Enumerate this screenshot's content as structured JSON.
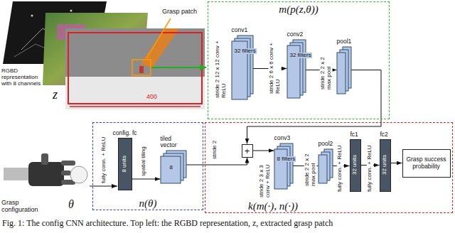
{
  "diagram": {
    "caption": "Fig. 1: The config CNN architecture. Top left: the RGBD representation, z, extracted grasp patch",
    "nodes": [
      {
        "text": [
          "m(p(z,θ))"
        ]
      },
      {
        "text": [
          "32 filters",
          "conv1"
        ],
        "in": 0
      },
      {
        "text": [
          "32 filters",
          "conv2"
        ],
        "in": 0
      },
      {
        "text": [
          "pool1"
        ],
        "in": 0
      },
      {
        "text": [
          "n(θ)"
        ]
      },
      {
        "text": [
          "config. fc",
          "8 units"
        ],
        "in": 4
      },
      {
        "text": [
          "tiled vector",
          "8"
        ],
        "in": 4
      },
      {
        "text": [
          "k(m(·), n(·))"
        ]
      },
      {
        "text": [
          "+"
        ],
        "in": 7
      },
      {
        "text": [
          "8 filters",
          "conv3"
        ],
        "in": 7
      },
      {
        "text": [
          "pool2"
        ],
        "in": 7
      },
      {
        "text": [
          "fc1",
          "32 units"
        ],
        "in": 7
      },
      {
        "text": [
          "fc2",
          "32 units"
        ],
        "in": 7
      },
      {
        "text": [
          "Grasp success probability"
        ],
        "in": 7
      }
    ],
    "edges": [
      {
        "from": 1,
        "to": 2,
        "arrow": "to"
      },
      {
        "from": 2,
        "to": 3,
        "arrow": "to"
      },
      {
        "from": 3,
        "to": 8,
        "arrow": "to"
      },
      {
        "from": 5,
        "to": 6,
        "arrow": "to"
      },
      {
        "from": 6,
        "to": 8,
        "arrow": "to"
      },
      {
        "from": 8,
        "to": 9,
        "arrow": "to"
      },
      {
        "from": 9,
        "to": 10,
        "arrow": "to"
      },
      {
        "from": 10,
        "to": 11,
        "arrow": "to"
      },
      {
        "from": 11,
        "to": 12,
        "arrow": "to"
      },
      {
        "from": 12,
        "to": 13,
        "arrow": "to"
      }
    ],
    "labels": [
      "Grasp patch",
      "RGBD representation with 8 channels",
      "z",
      "400",
      "Grasp configuration",
      "θ",
      "stride 2 12 x 12 conv + ReLU",
      "stride 2 6 x 6 conv + ReLU",
      "stride 2 2 x 2 max pool",
      "fully conn. + ReLU",
      "spatial tiling",
      "stride 2",
      "stride 2 3 x 3 conv + ReLU",
      "stride 2 2 x 2 max pool",
      "fully conn. + ReLU",
      "fully conn. + ReLU"
    ]
  }
}
